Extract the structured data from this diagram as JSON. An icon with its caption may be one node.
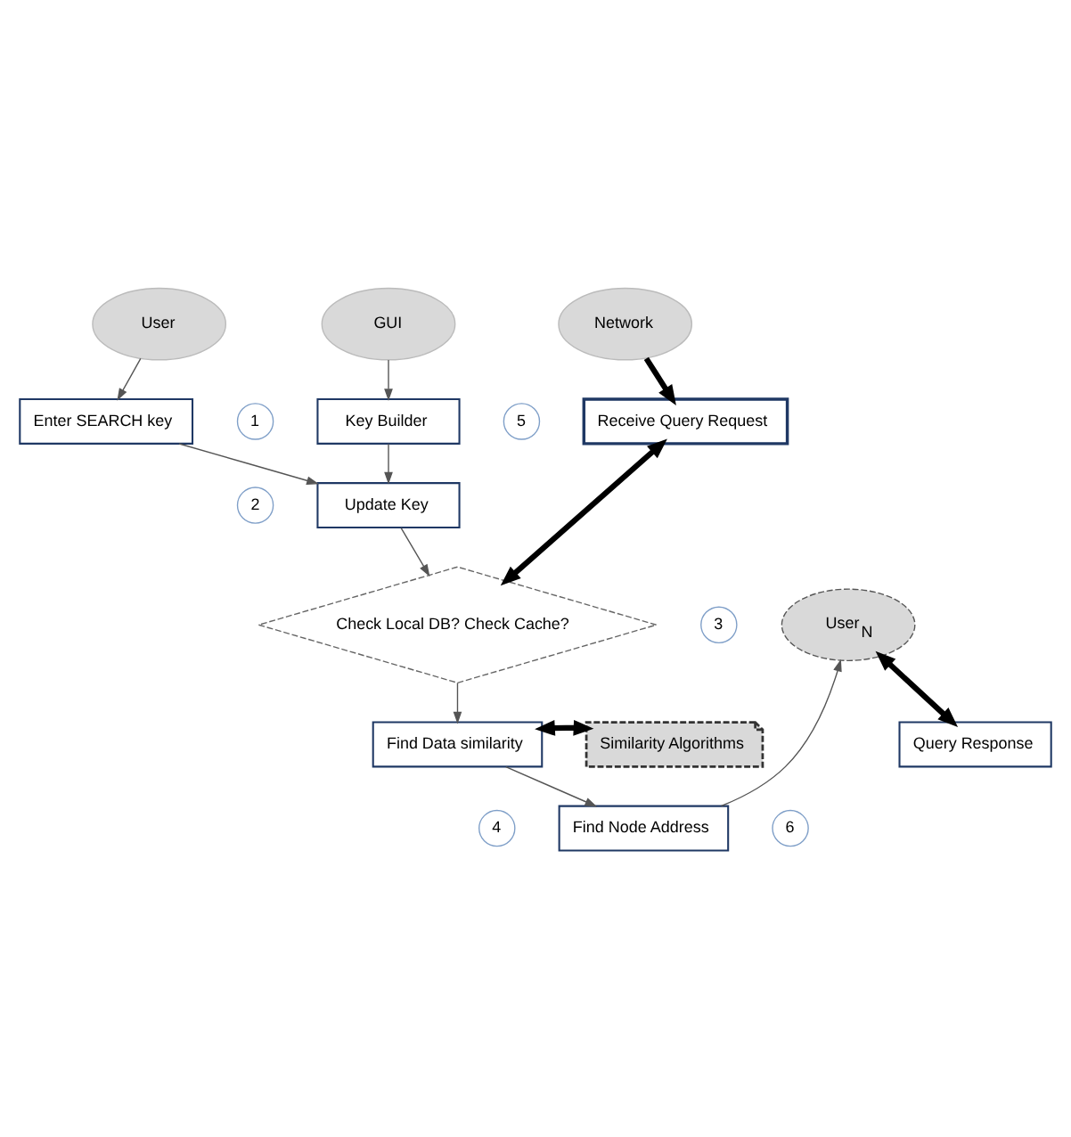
{
  "diagram": {
    "nodes": [
      {
        "text": [
          "User"
        ]
      },
      {
        "text": [
          "GUI"
        ]
      },
      {
        "text": [
          "Network"
        ]
      },
      {
        "text": [
          "Enter SEARCH key"
        ]
      },
      {
        "text": [
          "Key Builder"
        ]
      },
      {
        "text": [
          "Receive Query Request"
        ]
      },
      {
        "text": [
          "Update Key"
        ]
      },
      {
        "text": [
          "Check Local DB? Check Cache?"
        ]
      },
      {
        "text": [
          "User$_{N}$"
        ]
      },
      {
        "text": [
          "Similarity Algorithms"
        ]
      },
      {
        "text": [
          "Find Data similarity"
        ]
      },
      {
        "text": [
          "Query Response"
        ]
      },
      {
        "text": [
          "Find Node Address"
        ]
      },
      {
        "text": [
          "1"
        ]
      },
      {
        "text": [
          "2"
        ]
      },
      {
        "text": [
          "3"
        ]
      },
      {
        "text": [
          "4"
        ]
      },
      {
        "text": [
          "5"
        ]
      },
      {
        "text": [
          "6"
        ]
      }
    ],
    "edges": [
      {
        "from": 0,
        "to": 3,
        "arrow": "to"
      },
      {
        "from": 1,
        "to": 4,
        "arrow": "to"
      },
      {
        "from": 2,
        "to": 5,
        "arrow": "to",
        "style": "thick"
      },
      {
        "from": 3,
        "to": 6,
        "arrow": "to"
      },
      {
        "from": 4,
        "to": 6,
        "arrow": "to"
      },
      {
        "from": 6,
        "to": 7,
        "arrow": "to"
      },
      {
        "from": 7,
        "to": 5,
        "arrow": "both",
        "style": "thick"
      },
      {
        "from": 7,
        "to": 10,
        "arrow": "to"
      },
      {
        "from": 9,
        "to": 10,
        "arrow": "both",
        "style": "thick"
      },
      {
        "from": 10,
        "to": 12,
        "arrow": "to"
      },
      {
        "from": 12,
        "to": 8,
        "arrow": "to"
      },
      {
        "from": 8,
        "to": 11,
        "arrow": "both",
        "style": "thick"
      }
    ]
  }
}
